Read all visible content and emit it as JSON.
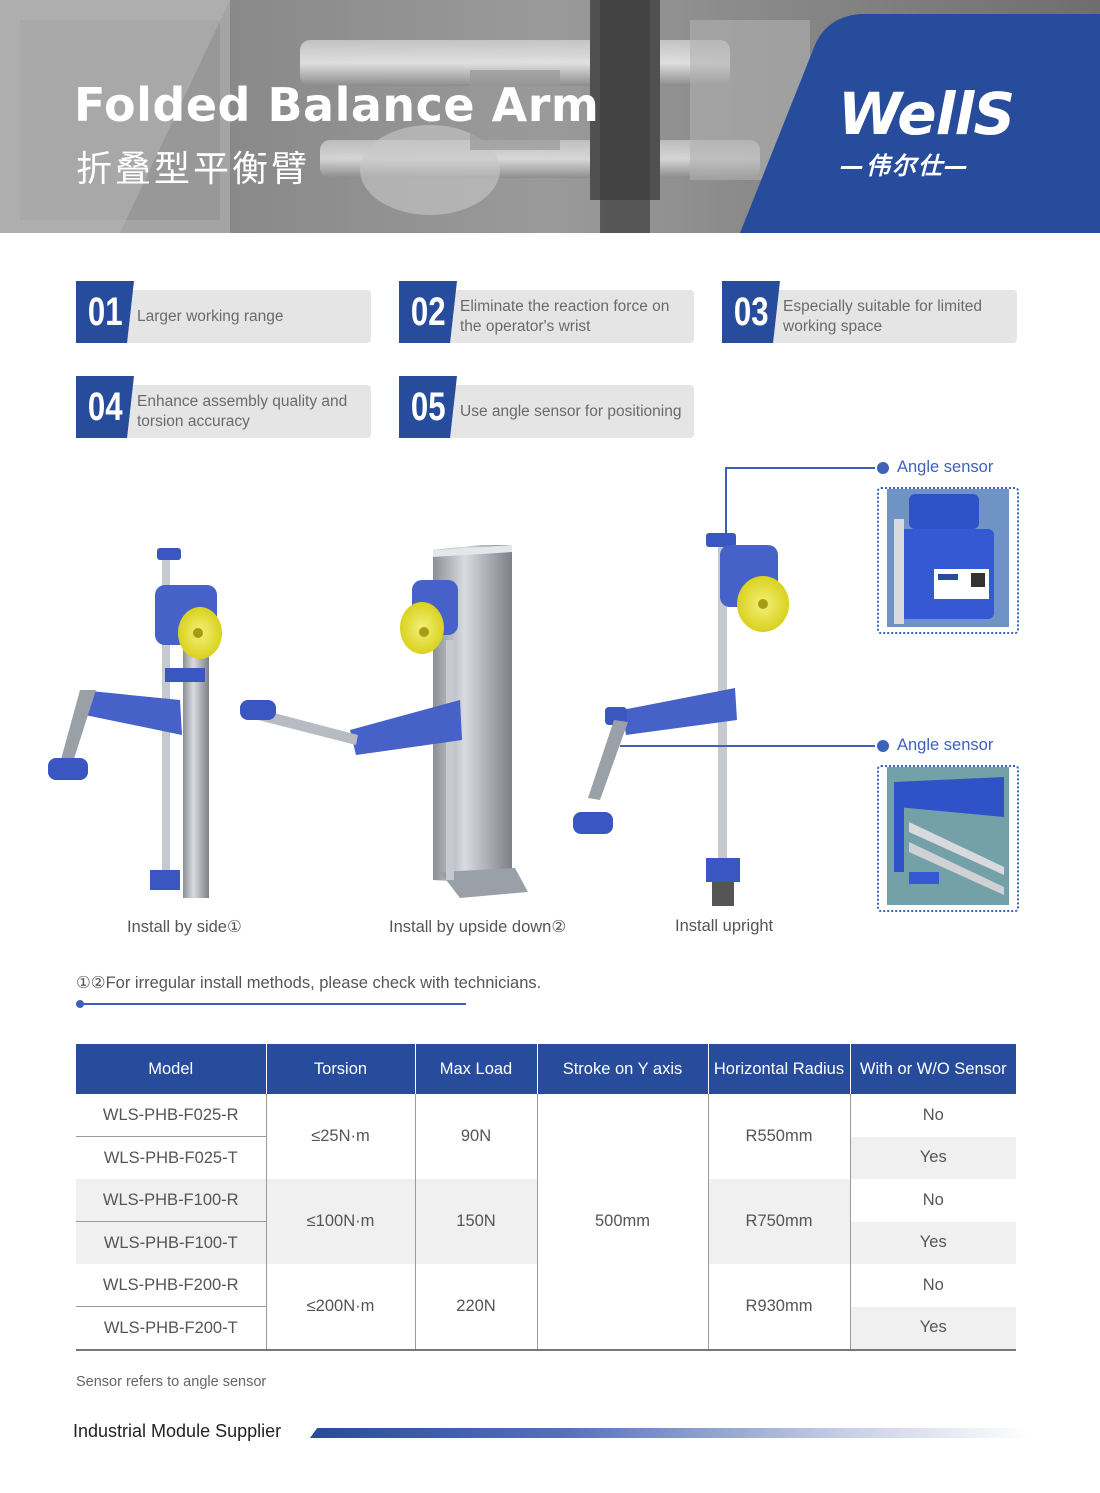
{
  "header": {
    "title_en": "Folded Balance Arm",
    "title_cn": "折叠型平衡臂",
    "brand_logo": "WellS",
    "brand_sub": "—伟尔仕—",
    "brand_color": "#274c9c"
  },
  "features": [
    {
      "num": "01",
      "text": "Larger working range"
    },
    {
      "num": "02",
      "text": "Eliminate the reaction force on the operator's wrist"
    },
    {
      "num": "03",
      "text": "Especially suitable for limited working space"
    },
    {
      "num": "04",
      "text": "Enhance assembly quality and torsion accuracy"
    },
    {
      "num": "05",
      "text": "Use angle sensor for positioning"
    }
  ],
  "illustrations": {
    "captions": [
      "Install by side①",
      "Install by upside down②",
      "Install upright"
    ],
    "sensor_label_top": "Angle sensor",
    "sensor_label_bottom": "Angle sensor",
    "note": "①②For irregular install methods, please check with technicians."
  },
  "table": {
    "headers": [
      "Model",
      "Torsion",
      "Max Load",
      "Stroke on Y axis",
      "Horizontal Radius",
      "With or W/O Sensor"
    ],
    "groups": [
      {
        "torsion": "≤25N·m",
        "max_load": "90N",
        "radius": "R550mm",
        "models": [
          "WLS-PHB-F025-R",
          "WLS-PHB-F025-T"
        ],
        "sensors": [
          "No",
          "Yes"
        ]
      },
      {
        "torsion": "≤100N·m",
        "max_load": "150N",
        "radius": "R750mm",
        "models": [
          "WLS-PHB-F100-R",
          "WLS-PHB-F100-T"
        ],
        "sensors": [
          "No",
          "Yes"
        ]
      },
      {
        "torsion": "≤200N·m",
        "max_load": "220N",
        "radius": "R930mm",
        "models": [
          "WLS-PHB-F200-R",
          "WLS-PHB-F200-T"
        ],
        "sensors": [
          "No",
          "Yes"
        ]
      }
    ],
    "stroke": "500mm",
    "footnote": "Sensor refers to angle sensor"
  },
  "footer": {
    "text": "Industrial Module Supplier"
  }
}
